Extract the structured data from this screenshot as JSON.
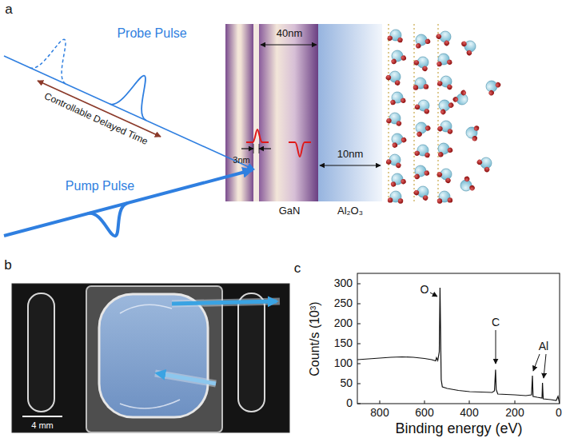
{
  "diagram": {
    "labels": [
      "a",
      "Probe Pulse",
      "40nm",
      "Controllable Delayed Time",
      "3nm",
      "10nm",
      "Pump Pulse",
      "GaN",
      "Al₂O₃",
      "b",
      "4 mm",
      "c",
      "300",
      "250",
      "200",
      "150",
      "100",
      "50",
      "0",
      "O",
      "C",
      "Al",
      "800",
      "600",
      "400",
      "200",
      "0",
      "Binding energy (eV)",
      "Count/s (10³)"
    ]
  }
}
